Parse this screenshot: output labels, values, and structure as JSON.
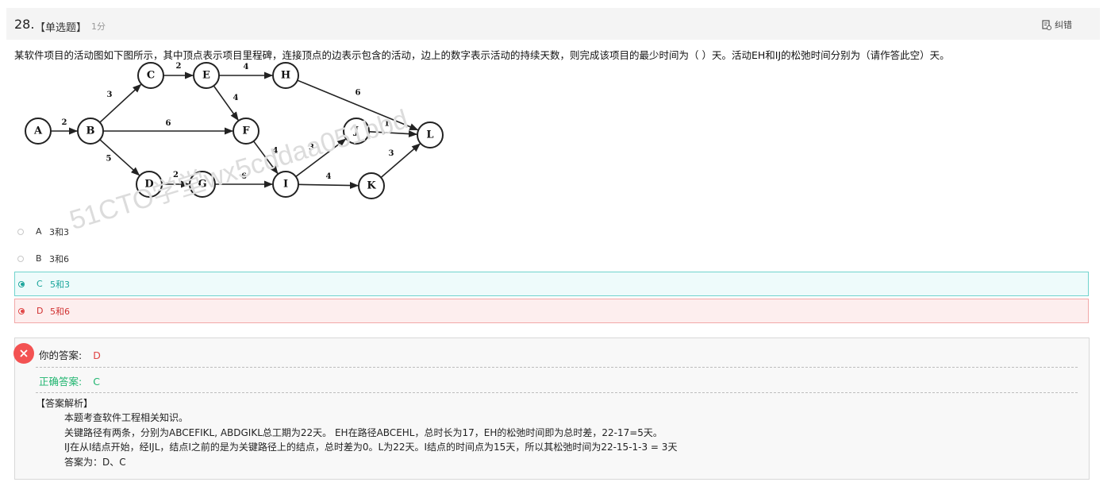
{
  "question": {
    "number": "28.",
    "type": "【单选题】",
    "score": "1分",
    "report_label": "纠错",
    "text": "某软件项目的活动图如下图所示，其中顶点表示项目里程碑，连接顶点的边表示包含的活动，边上的数字表示活动的持续天数，则完成该项目的最少时间为（ ）天。活动EH和IJ的松弛时间分别为（请作答此空）天。"
  },
  "diagram": {
    "nodes": [
      "A",
      "B",
      "C",
      "D",
      "E",
      "F",
      "G",
      "H",
      "I",
      "J",
      "K",
      "L"
    ],
    "edges": [
      {
        "from": "A",
        "to": "B",
        "weight": "2"
      },
      {
        "from": "B",
        "to": "C",
        "weight": "3"
      },
      {
        "from": "B",
        "to": "F",
        "weight": "6"
      },
      {
        "from": "B",
        "to": "D",
        "weight": "5"
      },
      {
        "from": "C",
        "to": "E",
        "weight": "2"
      },
      {
        "from": "E",
        "to": "H",
        "weight": "4"
      },
      {
        "from": "E",
        "to": "F",
        "weight": "4"
      },
      {
        "from": "H",
        "to": "L",
        "weight": "6"
      },
      {
        "from": "F",
        "to": "I",
        "weight": "4"
      },
      {
        "from": "D",
        "to": "G",
        "weight": "2"
      },
      {
        "from": "G",
        "to": "I",
        "weight": "6"
      },
      {
        "from": "I",
        "to": "J",
        "weight": "3"
      },
      {
        "from": "I",
        "to": "K",
        "weight": "4"
      },
      {
        "from": "J",
        "to": "L",
        "weight": "1"
      },
      {
        "from": "K",
        "to": "L",
        "weight": "3"
      }
    ],
    "watermark": "51CTO学堂wx5cddaa051bbd"
  },
  "options": [
    {
      "letter": "A",
      "text": "3和3",
      "state": "none"
    },
    {
      "letter": "B",
      "text": "3和6",
      "state": "none"
    },
    {
      "letter": "C",
      "text": "5和3",
      "state": "correct"
    },
    {
      "letter": "D",
      "text": "5和6",
      "state": "wrong"
    }
  ],
  "result": {
    "your_answer_label": "你的答案:",
    "your_answer": "D",
    "correct_answer_label": "正确答案:",
    "correct_answer": "C",
    "analysis_title": "【答案解析】",
    "analysis_lines": [
      "本题考查软件工程相关知识。",
      "关键路径有两条，分别为ABCEFIKL, ABDGIKL总工期为22天。 EH在路径ABCEHL，总时长为17，EH的松弛时间即为总时差，22-17=5天。",
      "IJ在从I结点开始，经IJL，结点I之前的是为关键路径上的结点，总时差为0。L为22天。I结点的时间点为15天，所以其松弛时间为22-15-1-3 = 3天",
      "答案为：D、C"
    ]
  },
  "colors": {
    "correct": "#1aa59b",
    "correct_text": "#1fb56f",
    "wrong": "#e04444",
    "header_bg": "#f4f4f4"
  }
}
